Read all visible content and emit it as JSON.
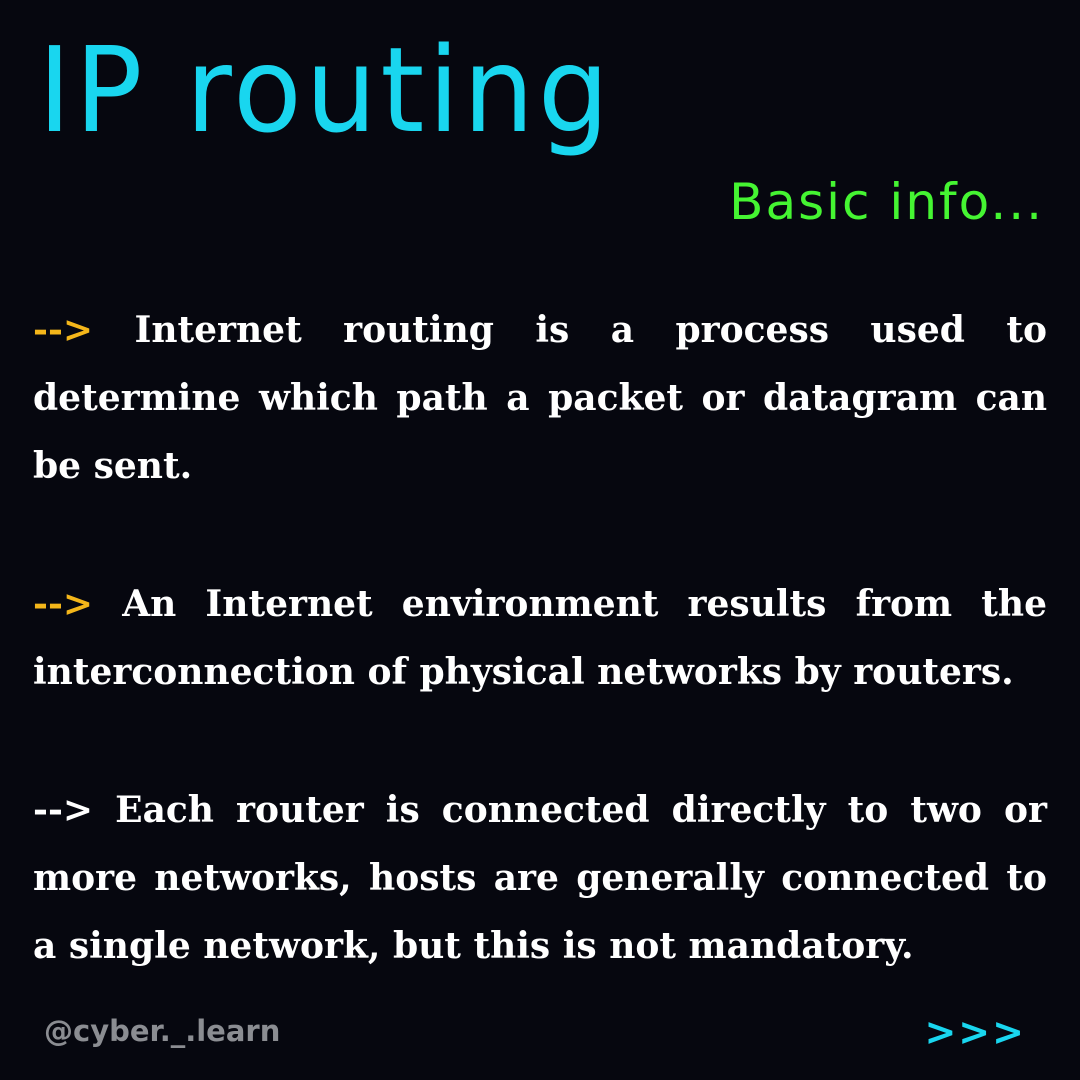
{
  "title": "IP routing",
  "subtitle": "Basic info...",
  "paragraphs": [
    {
      "arrow": "-->",
      "arrow_color": "#f4b61a",
      "text": "Internet routing is a process used to determine which path a packet or datagram can be sent."
    },
    {
      "arrow": "-->",
      "arrow_color": "#f4b61a",
      "text": "An Internet environment results from the interconnection of physical networks by routers."
    },
    {
      "arrow": "-->",
      "arrow_color": "#ffffff",
      "text": "Each router is connected directly to two or more networks, hosts are generally connected to a single network, but this is not mandatory."
    }
  ],
  "footer": {
    "handle": "@cyber._.learn",
    "next_indicator": ">>>"
  },
  "colors": {
    "background": "#06070f",
    "title": "#19d6ef",
    "subtitle": "#45f532",
    "text": "#ffffff",
    "handle": "#8b8d92"
  }
}
